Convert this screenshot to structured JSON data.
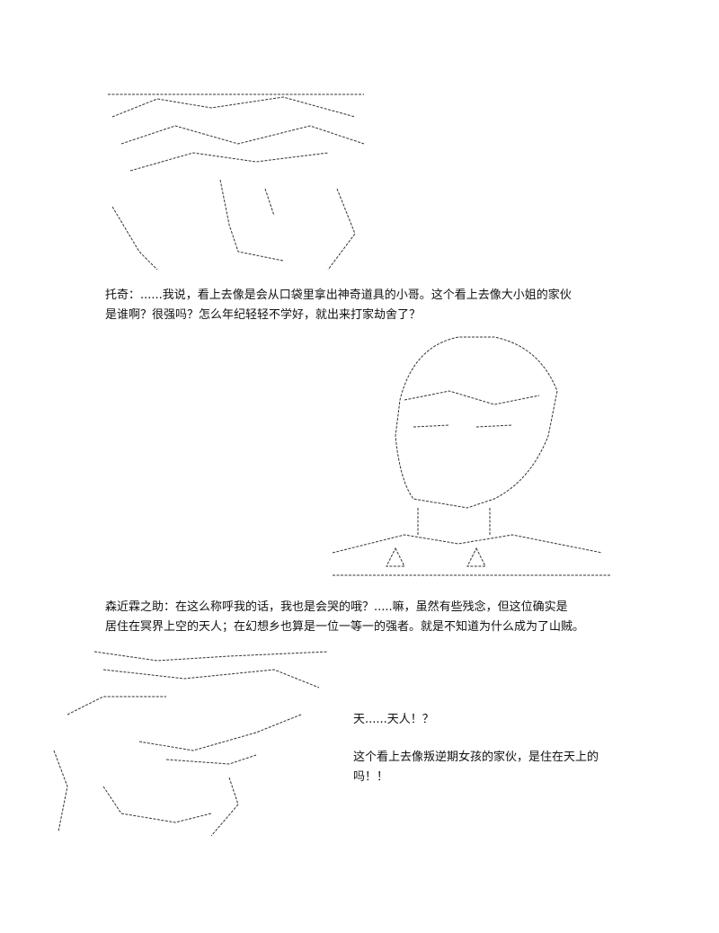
{
  "paragraphs": [
    {
      "line1": "托奇：......我说，看上去像是会从口袋里拿出神奇道具的小哥。这个看上去像大小姐的家伙",
      "line2": "是谁啊？很强吗？怎么年纪轻轻不学好，就出来打家劫舍了？"
    },
    {
      "line1": "森近霖之助：在这么称呼我的话，我也是会哭的哦？.....嘛，虽然有些残念，但这位确实是",
      "line2": "居住在冥界上空的天人；在幻想乡也算是一位一等一的强者。就是不知道为什么成为了山贼。"
    },
    {
      "line1": "天......天人！？"
    },
    {
      "line1": "这个看上去像叛逆期女孩的家伙，是住在天上的",
      "line2": "吗！！"
    }
  ]
}
